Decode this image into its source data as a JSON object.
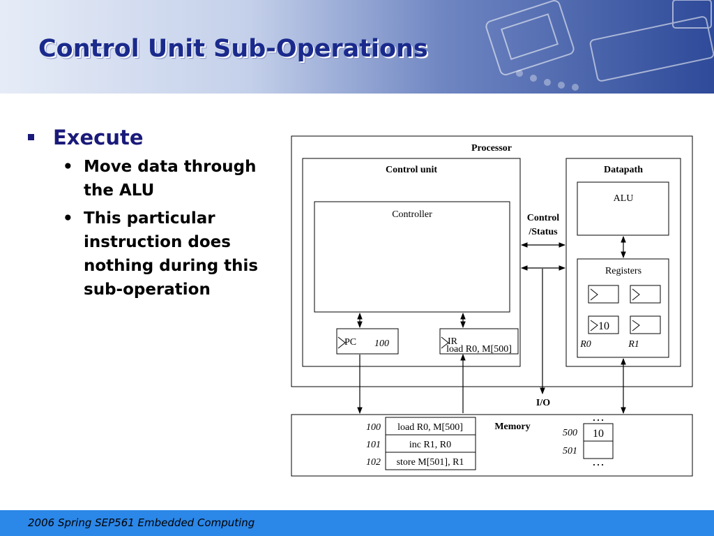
{
  "slide": {
    "title": "Control Unit Sub-Operations",
    "footer": "2006  Spring SEP561 Embedded Computing"
  },
  "bullets": {
    "level1": "Execute",
    "level2": [
      "Move data through the ALU",
      "This particular instruction does nothing during this sub-operation"
    ]
  },
  "diagram": {
    "processor_label": "Processor",
    "control_unit_label": "Control unit",
    "controller_label": "Controller",
    "datapath_label": "Datapath",
    "alu_label": "ALU",
    "registers_label": "Registers",
    "control_status_label": [
      "Control",
      "/Status"
    ],
    "pc_label": "PC",
    "pc_value": "100",
    "ir_label": "IR",
    "ir_value": "load R0, M[500]",
    "r0_label": "R0",
    "r1_label": "R1",
    "r0_value": "10",
    "io_label": "I/O",
    "memory_label": "Memory",
    "memory_rows": [
      {
        "address": "100",
        "content": "load R0, M[500]"
      },
      {
        "address": "101",
        "content": "inc R1, R0"
      },
      {
        "address": "102",
        "content": "store M[501], R1"
      }
    ],
    "data_rows": [
      {
        "address": "500",
        "content": "10"
      },
      {
        "address": "501",
        "content": ""
      }
    ],
    "ellipsis": "…"
  },
  "colors": {
    "title": "#1a2a8c",
    "footer_bg": "#2b87e8",
    "bullet_text": "#1a1a7a"
  }
}
